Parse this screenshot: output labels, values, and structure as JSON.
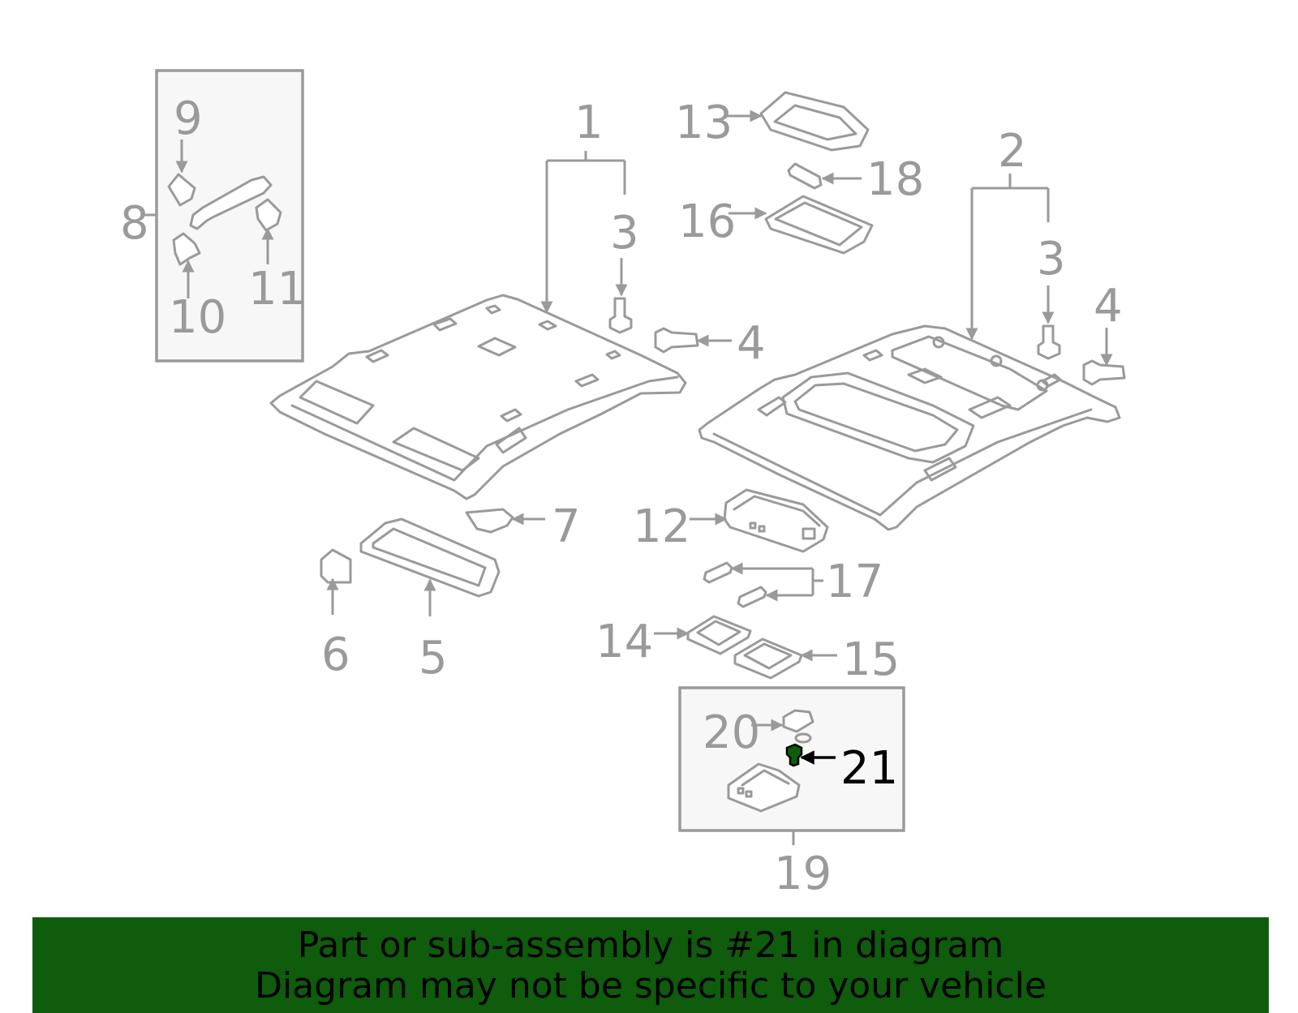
{
  "callouts": {
    "c1": "1",
    "c2": "2",
    "c3a": "3",
    "c3b": "3",
    "c4a": "4",
    "c4b": "4",
    "c5": "5",
    "c6": "6",
    "c7": "7",
    "c8": "8",
    "c9": "9",
    "c10": "10",
    "c11": "11",
    "c12": "12",
    "c13": "13",
    "c14": "14",
    "c15": "15",
    "c16": "16",
    "c17": "17",
    "c18": "18",
    "c19": "19",
    "c20": "20",
    "c21": "21"
  },
  "highlight_part": "21",
  "colors": {
    "line": "#9a9a9a",
    "highlight": "#000000",
    "highlight_part_fill": "#0f5c0c",
    "banner_bg": "#0f5c0c"
  },
  "banner": {
    "line1": "Part or sub-assembly is #21 in diagram",
    "line2": "Diagram may not be specific to your vehicle"
  }
}
